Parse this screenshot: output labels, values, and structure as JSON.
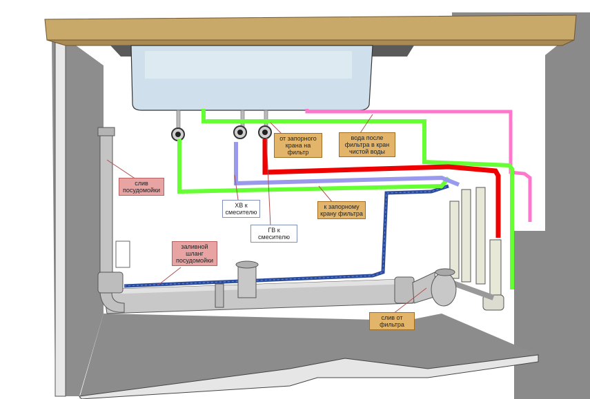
{
  "labels": {
    "from_valve": "от запорного\nкрана на\nфильтр",
    "filtered_water": "вода после\nфильтра в кран\nчистой воды",
    "dw_drain": "слив\nпосудомойки",
    "to_valve": "к запорному\nкрану фильтра",
    "cold_mixer": "ХВ к\nсмесителю",
    "hot_mixer": "ГВ к\nсмесителю",
    "dw_inlet": "заливной\nшланг\nпосудомойки",
    "filter_drain": "слив от\nфильтра"
  },
  "colors": {
    "green": "#66ff33",
    "red": "#ee0000",
    "pink": "#ff77cc",
    "lavender": "#9999ee",
    "blue_hose": "#2a4a9a",
    "label_orange": "#e3b56b",
    "label_pink": "#e8a3a3",
    "counter_wood": "#c9a96a",
    "sink_steel": "#cfe0ec",
    "cabinet_gray": "#8a8a8a",
    "pipe_gray": "#c4c4c4"
  }
}
